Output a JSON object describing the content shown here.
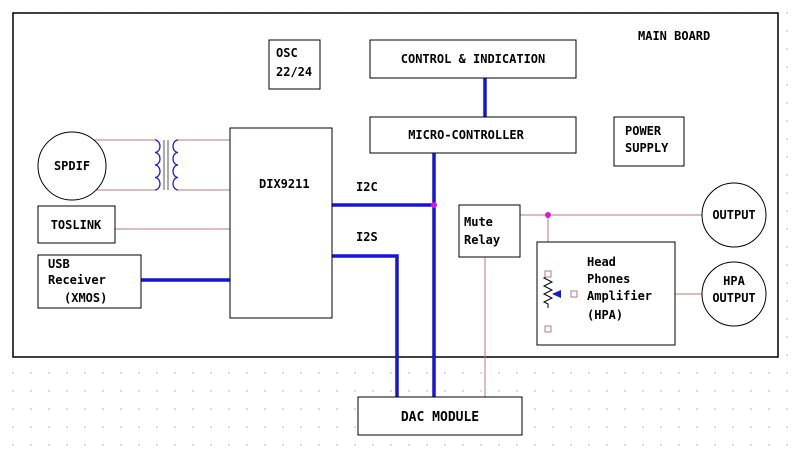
{
  "main_board": {
    "label": "MAIN BOARD"
  },
  "blocks": {
    "osc": {
      "line1": "OSC",
      "line2": "22/24"
    },
    "control": {
      "label": "CONTROL & INDICATION"
    },
    "micro": {
      "label": "MICRO-CONTROLLER"
    },
    "power": {
      "line1": "POWER",
      "line2": "SUPPLY"
    },
    "spdif": {
      "label": "SPDIF"
    },
    "toslink": {
      "label": "TOSLINK"
    },
    "usb": {
      "line1": "USB",
      "line2": "Receiver",
      "line3": "(XMOS)"
    },
    "dix": {
      "label": "DIX9211"
    },
    "mute": {
      "line1": "Mute",
      "line2": "Relay"
    },
    "output": {
      "label": "OUTPUT"
    },
    "hpa": {
      "line1": "Head",
      "line2": "Phones",
      "line3": "Amplifier",
      "line4": "(HPA)"
    },
    "hpa_output": {
      "line1": "HPA",
      "line2": "OUTPUT"
    },
    "dac": {
      "label": "DAC MODULE"
    }
  },
  "signals": {
    "i2c": "I2C",
    "i2s": "I2S"
  },
  "colors": {
    "bus": "#1515d8",
    "wire": "#b87878",
    "junction": "#d81ad8"
  }
}
